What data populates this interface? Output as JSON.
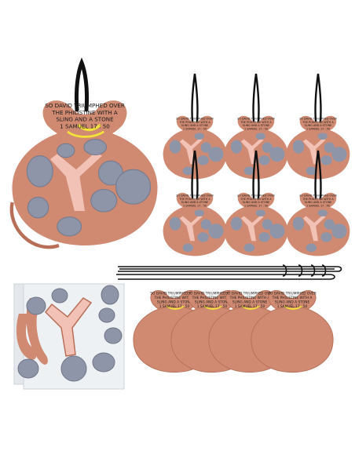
{
  "verse": {
    "line1": "SO DAVID TRIUMPHED OVER",
    "line2": "THE PHILISTINE WITH A",
    "line3": "SLING AND A STONE",
    "line4": "1 SAMUEL 17 : 50"
  },
  "colors": {
    "bag": "#d08a72",
    "bag_dark": "#b86f58",
    "stone": "#8e95a8",
    "stone_dark": "#747b8f",
    "sling": "#f3c2b6",
    "yarn": "#f2e23a",
    "cord": "#111111",
    "sheet": "#eef1f4"
  },
  "icons": {
    "bag": "pouch-ornament-icon",
    "stone": "felt-stone-icon",
    "sling": "slingshot-icon",
    "cord": "hanging-cord-icon"
  }
}
